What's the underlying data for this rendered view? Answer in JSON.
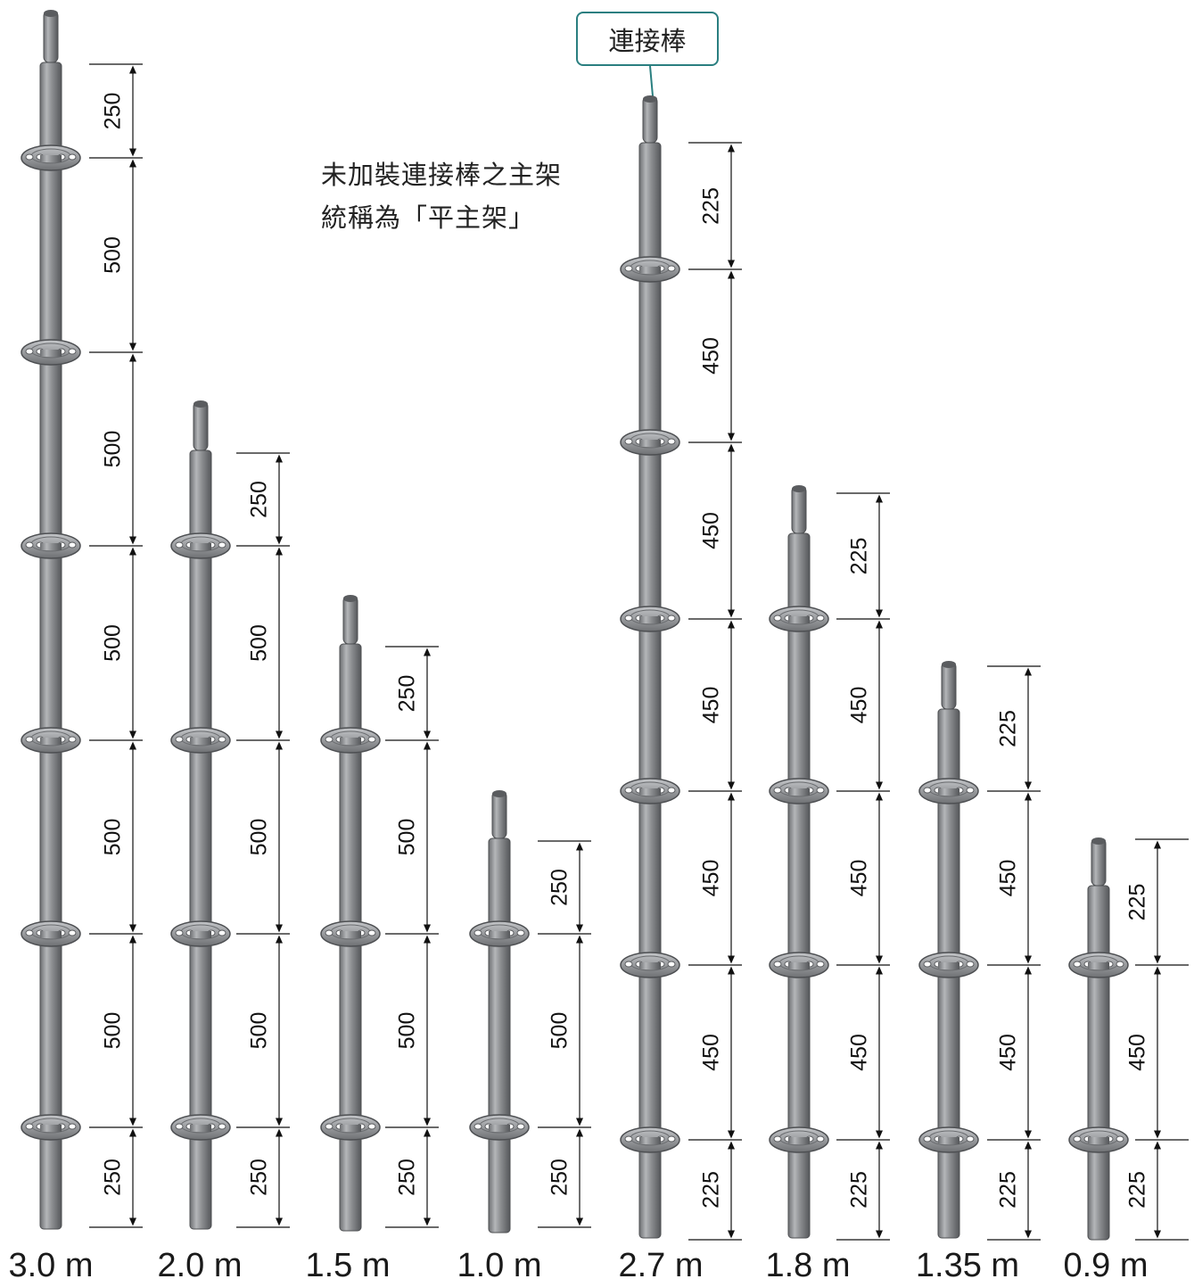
{
  "note": {
    "line1": "未加裝連接棒之主架",
    "line2": "統稱為「平主架」"
  },
  "callout": {
    "label": "連接棒"
  },
  "colors": {
    "pole": "#8f9194",
    "pole_dark": "#5f6163",
    "pole_light": "#c9cbcd",
    "rosette": "#9a9c9f",
    "callout_border": "#2a7f80",
    "dim": "#111111"
  },
  "poles": [
    {
      "name": "3.0 m",
      "segments": [
        "250",
        "500",
        "500",
        "500",
        "500",
        "500",
        "250"
      ]
    },
    {
      "name": "2.0 m",
      "segments": [
        "250",
        "500",
        "500",
        "500",
        "250"
      ]
    },
    {
      "name": "1.5 m",
      "segments": [
        "250",
        "500",
        "500",
        "250"
      ]
    },
    {
      "name": "1.0 m",
      "segments": [
        "250",
        "500",
        "250"
      ]
    },
    {
      "name": "2.7 m",
      "segments": [
        "225",
        "450",
        "450",
        "450",
        "450",
        "450",
        "225"
      ]
    },
    {
      "name": "1.8 m",
      "segments": [
        "225",
        "450",
        "450",
        "450",
        "225"
      ]
    },
    {
      "name": "1.35 m",
      "segments": [
        "225",
        "450",
        "450",
        "225"
      ]
    },
    {
      "name": "0.9 m",
      "segments": [
        "225",
        "450",
        "225"
      ]
    }
  ]
}
